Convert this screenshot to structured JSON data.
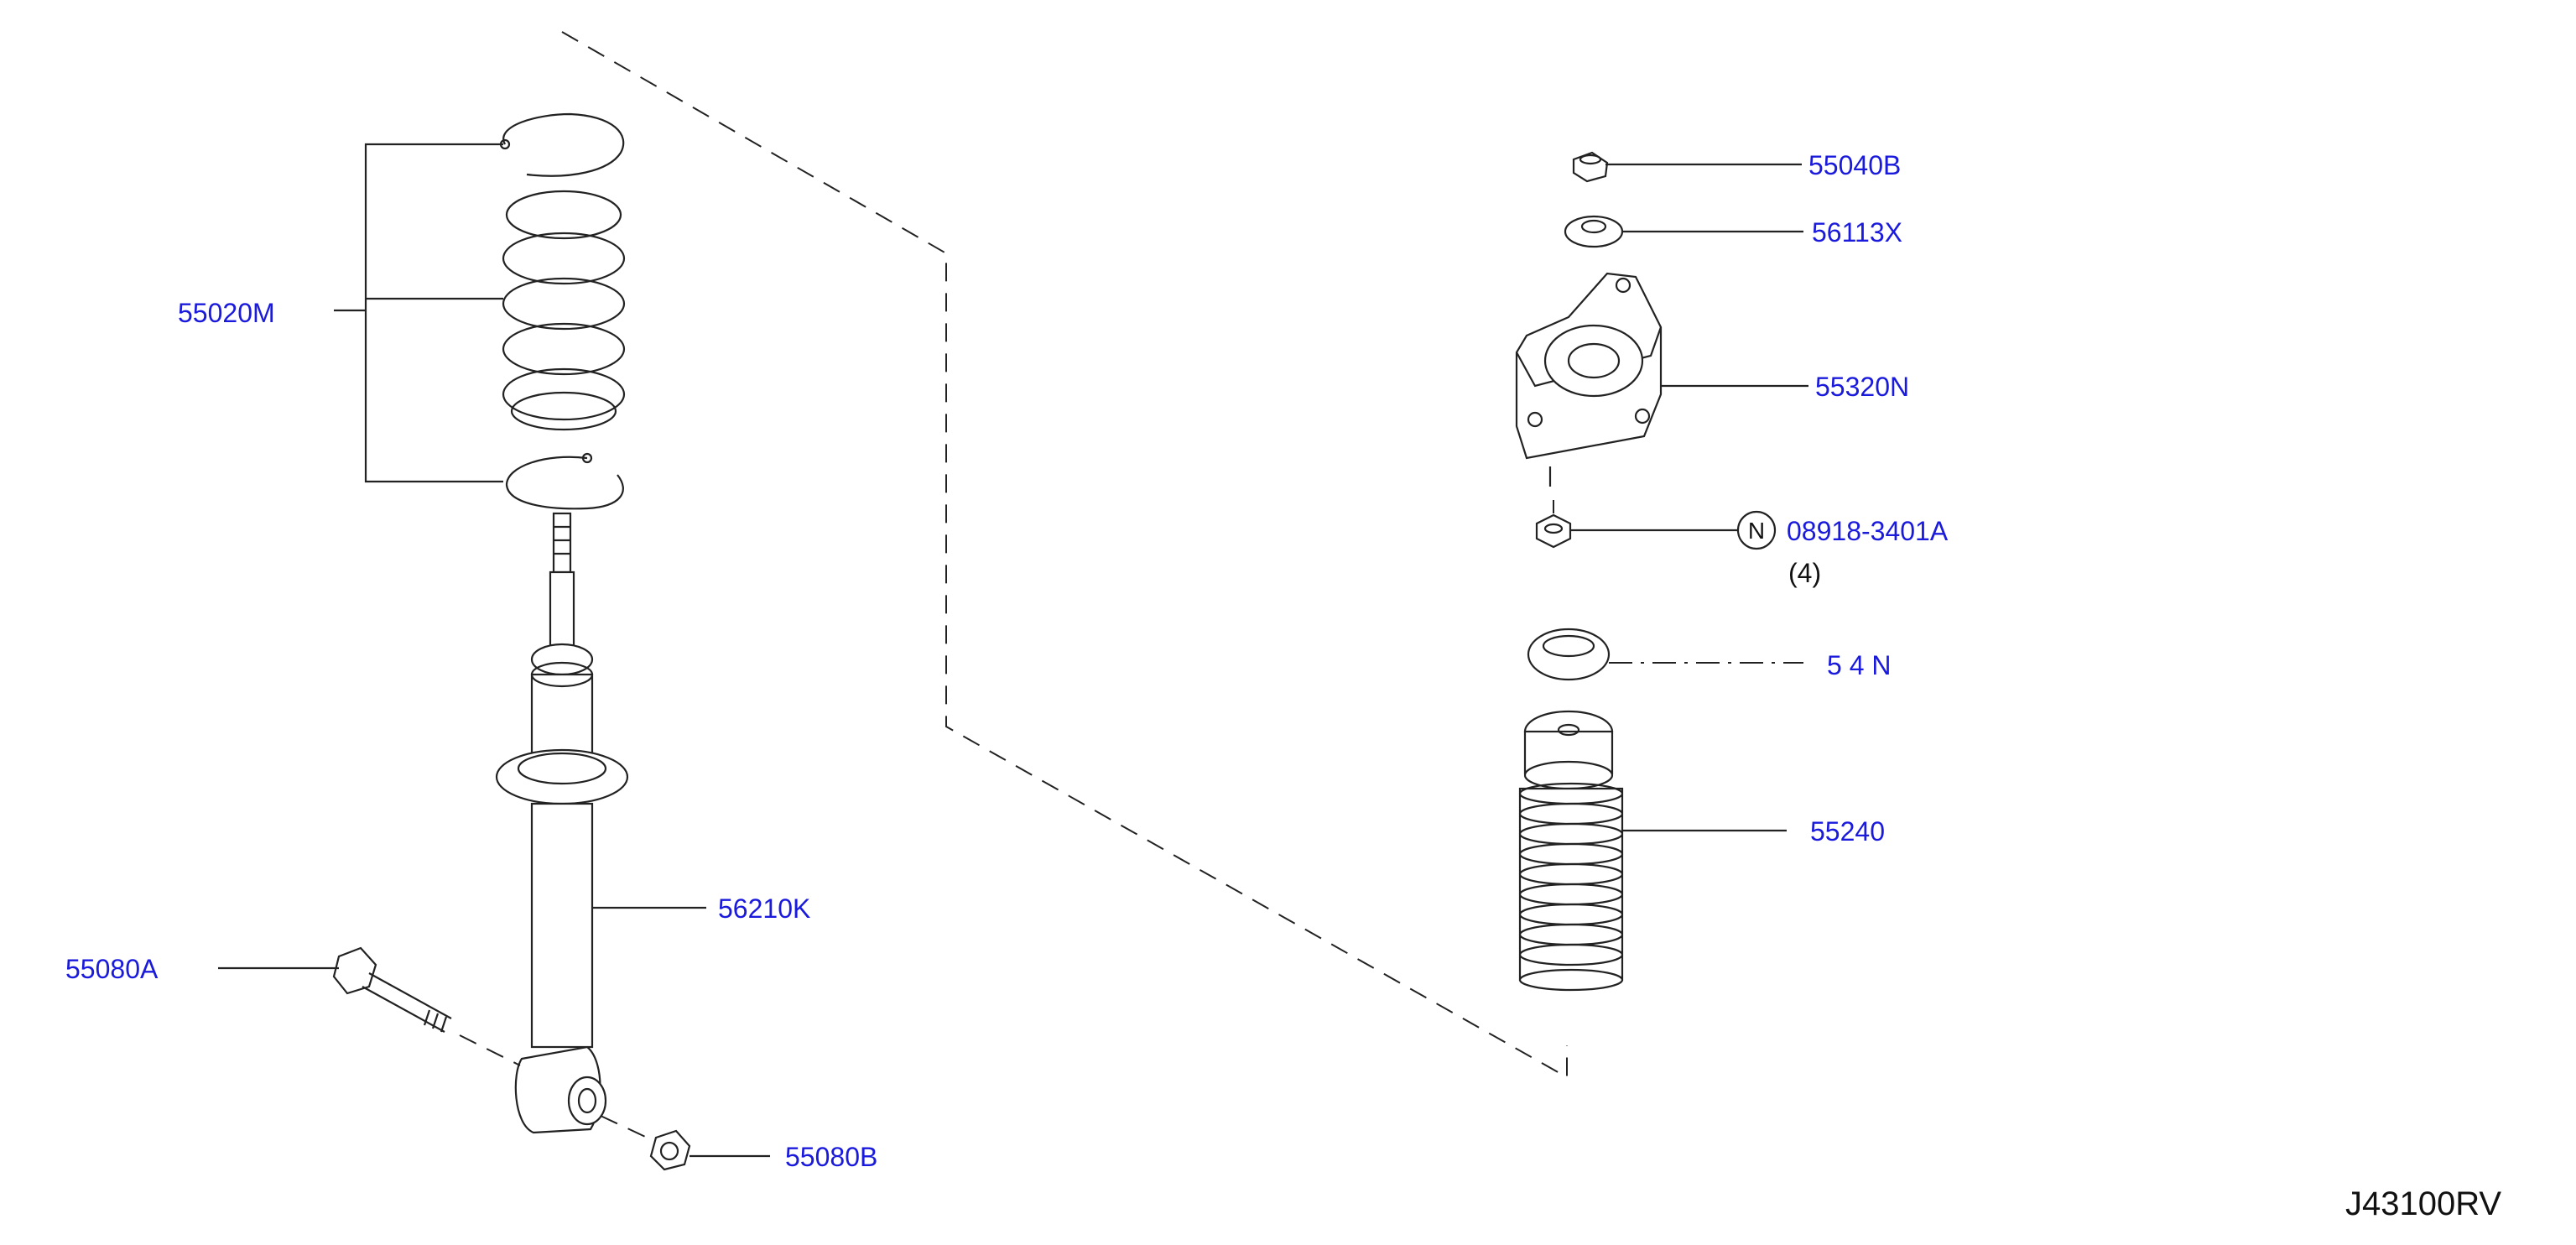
{
  "diagram_code": "J43100RV",
  "parts": [
    {
      "id": "spring",
      "number": "55020M"
    },
    {
      "id": "strut",
      "number": "56210K"
    },
    {
      "id": "bolt",
      "number": "55080A"
    },
    {
      "id": "nut",
      "number": "55080B"
    },
    {
      "id": "top-nut",
      "number": "55040B"
    },
    {
      "id": "washer",
      "number": "56113X"
    },
    {
      "id": "mount",
      "number": "55320N"
    },
    {
      "id": "mount-nut",
      "number": "08918-3401A",
      "badge": "N",
      "quantity": "(4)"
    },
    {
      "id": "bound-bumper",
      "number": "55240"
    }
  ],
  "obscured_label_fragment": "5 4 N"
}
